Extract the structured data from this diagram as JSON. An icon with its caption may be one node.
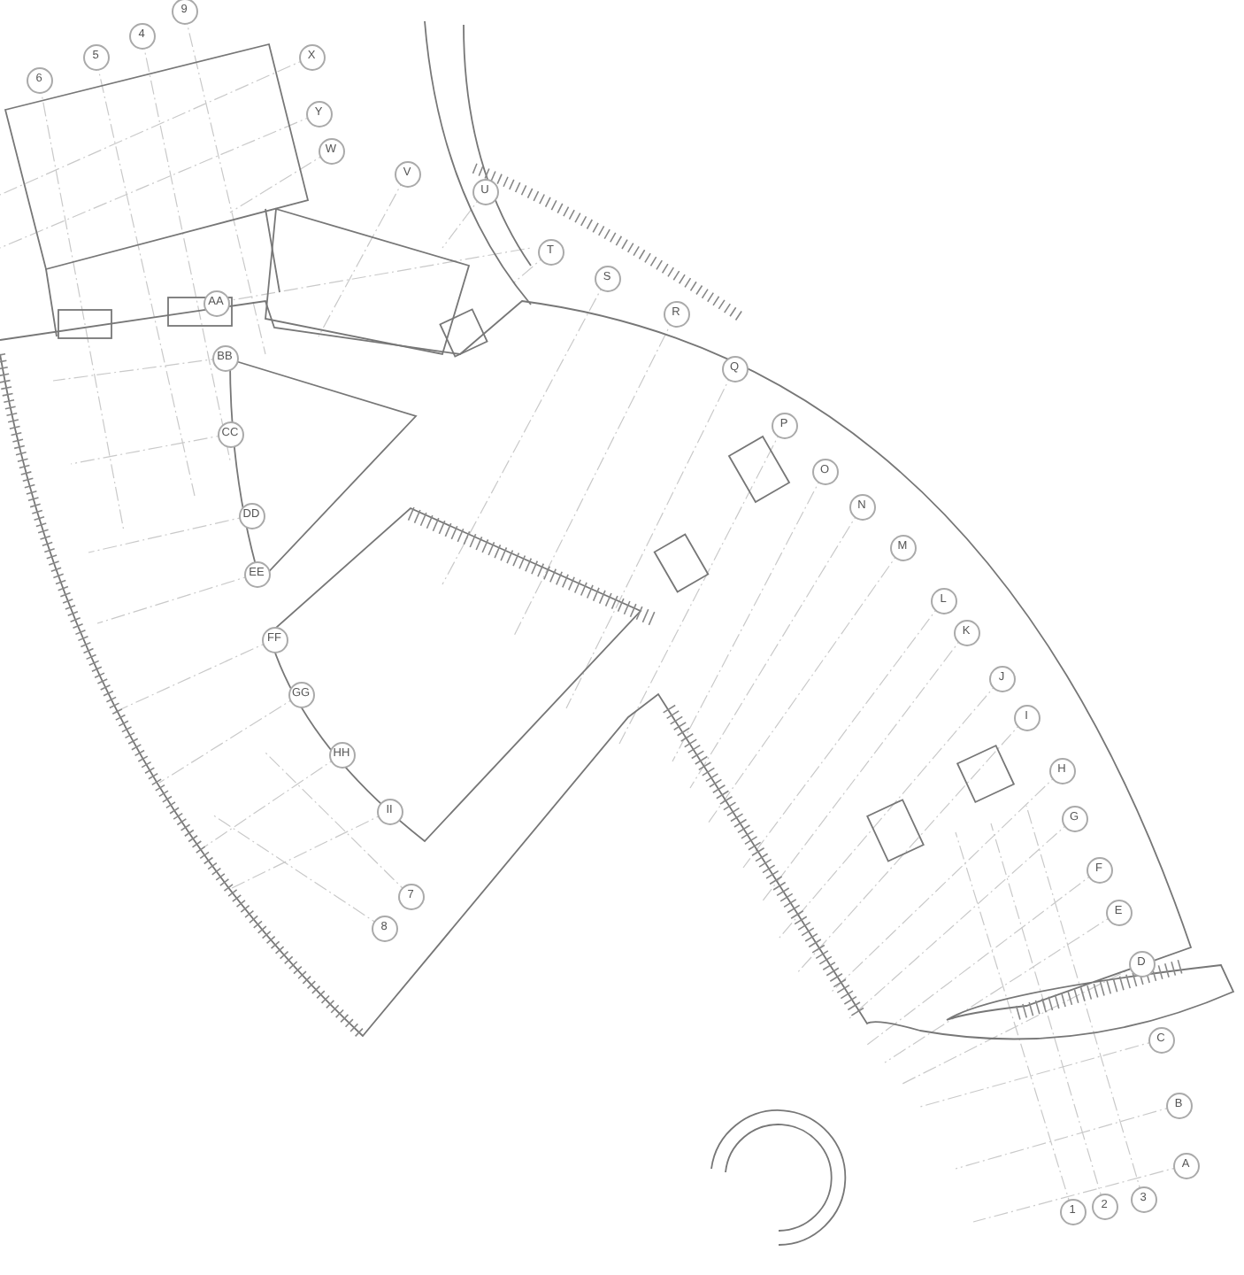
{
  "diagram": {
    "nodes": [
      {
        "text": [
          "6"
        ]
      },
      {
        "text": [
          "5"
        ]
      },
      {
        "text": [
          "4"
        ]
      },
      {
        "text": [
          "9"
        ]
      },
      {
        "text": [
          "X"
        ]
      },
      {
        "text": [
          "Y"
        ]
      },
      {
        "text": [
          "W"
        ]
      },
      {
        "text": [
          "V"
        ]
      },
      {
        "text": [
          "U"
        ]
      },
      {
        "text": [
          "T"
        ]
      },
      {
        "text": [
          "S"
        ]
      },
      {
        "text": [
          "R"
        ]
      },
      {
        "text": [
          "Q"
        ]
      },
      {
        "text": [
          "P"
        ]
      },
      {
        "text": [
          "O"
        ]
      },
      {
        "text": [
          "N"
        ]
      },
      {
        "text": [
          "M"
        ]
      },
      {
        "text": [
          "L"
        ]
      },
      {
        "text": [
          "K"
        ]
      },
      {
        "text": [
          "J"
        ]
      },
      {
        "text": [
          "I"
        ]
      },
      {
        "text": [
          "H"
        ]
      },
      {
        "text": [
          "G"
        ]
      },
      {
        "text": [
          "F"
        ]
      },
      {
        "text": [
          "E"
        ]
      },
      {
        "text": [
          "D"
        ]
      },
      {
        "text": [
          "C"
        ]
      },
      {
        "text": [
          "B"
        ]
      },
      {
        "text": [
          "A"
        ]
      },
      {
        "text": [
          "1"
        ]
      },
      {
        "text": [
          "2"
        ]
      },
      {
        "text": [
          "3"
        ]
      },
      {
        "text": [
          "AA"
        ]
      },
      {
        "text": [
          "BB"
        ]
      },
      {
        "text": [
          "CC"
        ]
      },
      {
        "text": [
          "DD"
        ]
      },
      {
        "text": [
          "EE"
        ]
      },
      {
        "text": [
          "FF"
        ]
      },
      {
        "text": [
          "GG"
        ]
      },
      {
        "text": [
          "HH"
        ]
      },
      {
        "text": [
          "II"
        ]
      },
      {
        "text": [
          "7"
        ]
      },
      {
        "text": [
          "8"
        ]
      }
    ]
  }
}
